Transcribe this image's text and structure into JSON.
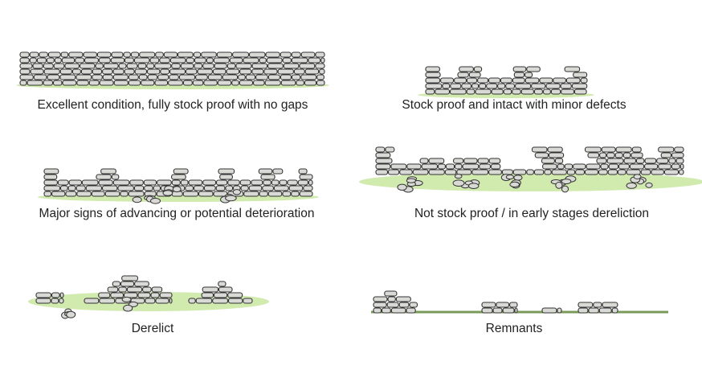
{
  "panels": [
    {
      "caption": "Excellent condition, fully stock proof with no gaps",
      "condition": "excellent"
    },
    {
      "caption": "Stock proof and intact with minor defects",
      "condition": "minor-defects"
    },
    {
      "caption": "Major signs of advancing or potential deterioration",
      "condition": "deteriorating"
    },
    {
      "caption": "Not stock proof / in early stages dereliction",
      "condition": "early-dereliction"
    },
    {
      "caption": "Derelict",
      "condition": "derelict"
    },
    {
      "caption": "Remnants",
      "condition": "remnants"
    }
  ],
  "colors": {
    "stone_fill": "#d9d9d6",
    "stone_outline": "#333333",
    "grass": "#c6e59a"
  }
}
